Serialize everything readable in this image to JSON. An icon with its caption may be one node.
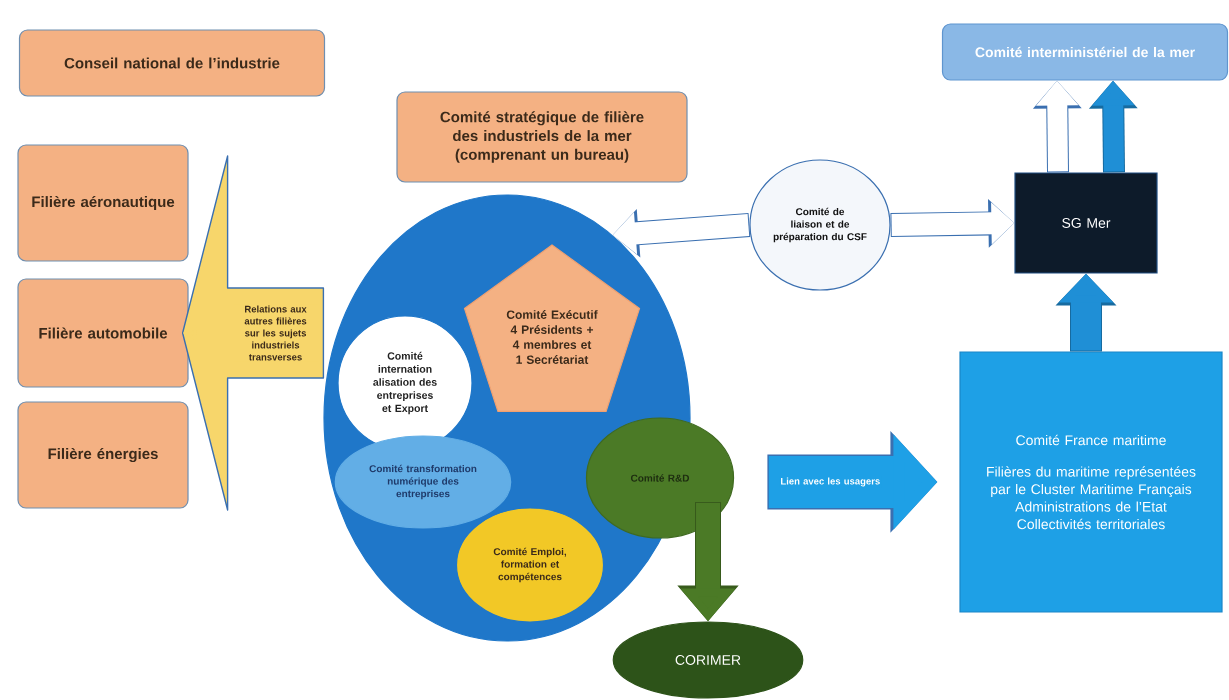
{
  "diagram": {
    "nodes": [
      {
        "text": [
          "Conseil national de l’industrie"
        ]
      },
      {
        "text": [
          "Comité stratégique de filière des industriels de la mer (comprenant un bureau)"
        ]
      },
      {
        "text": [
          "Filière aéronautique"
        ]
      },
      {
        "text": [
          "Filière automobile"
        ]
      },
      {
        "text": [
          "Filière énergies"
        ]
      },
      {
        "text": [],
        "shape": "circle"
      },
      {
        "text": [
          "Comité internation alisation des entreprises et Export"
        ],
        "in": 5
      },
      {
        "text": [
          "Comité Exécutif 4 Présidents + 4 membres et 1 Secrétariat"
        ],
        "in": 5
      },
      {
        "text": [
          "Comité transformation numérique des entreprises"
        ],
        "in": 5
      },
      {
        "text": [
          "Comité Emploi, formation et compétences"
        ],
        "in": 5
      },
      {
        "text": [
          "Comité R&D"
        ]
      },
      {
        "text": [
          "CORIMER"
        ]
      },
      {
        "text": [
          "Comité de liaison et de préparation du CSF"
        ]
      },
      {
        "text": [
          "SG Mer"
        ]
      },
      {
        "text": [
          "Comité interministériel de la mer"
        ]
      },
      {
        "text": [
          "Comité France maritime",
          "Filières du maritime représentées par le Cluster Maritime Français",
          "Administrations de l’Etat",
          "Collectivités territoriales"
        ]
      }
    ],
    "edges": [
      {
        "from": 5,
        "to": 3,
        "arrow": "to",
        "label": "Relations aux autres filières sur les sujets industriels transverses",
        "style": "thick",
        "color": "#f7d66b"
      },
      {
        "from": 12,
        "to": 5,
        "arrow": "to"
      },
      {
        "from": 12,
        "to": 13,
        "arrow": "to"
      },
      {
        "from": 13,
        "to": 14,
        "arrow": "to"
      },
      {
        "from": 13,
        "to": 14,
        "arrow": "to",
        "color": "#1f8fd6"
      },
      {
        "from": 15,
        "to": 13,
        "arrow": "to",
        "color": "#1f8fd6"
      },
      {
        "from": null,
        "to": 15,
        "arrow": "to",
        "label": "Lien avec les usagers",
        "style": "thick",
        "color": "#1ea0e6"
      },
      {
        "from": 10,
        "to": 11,
        "arrow": "to",
        "color": "#4b7a26"
      }
    ]
  }
}
